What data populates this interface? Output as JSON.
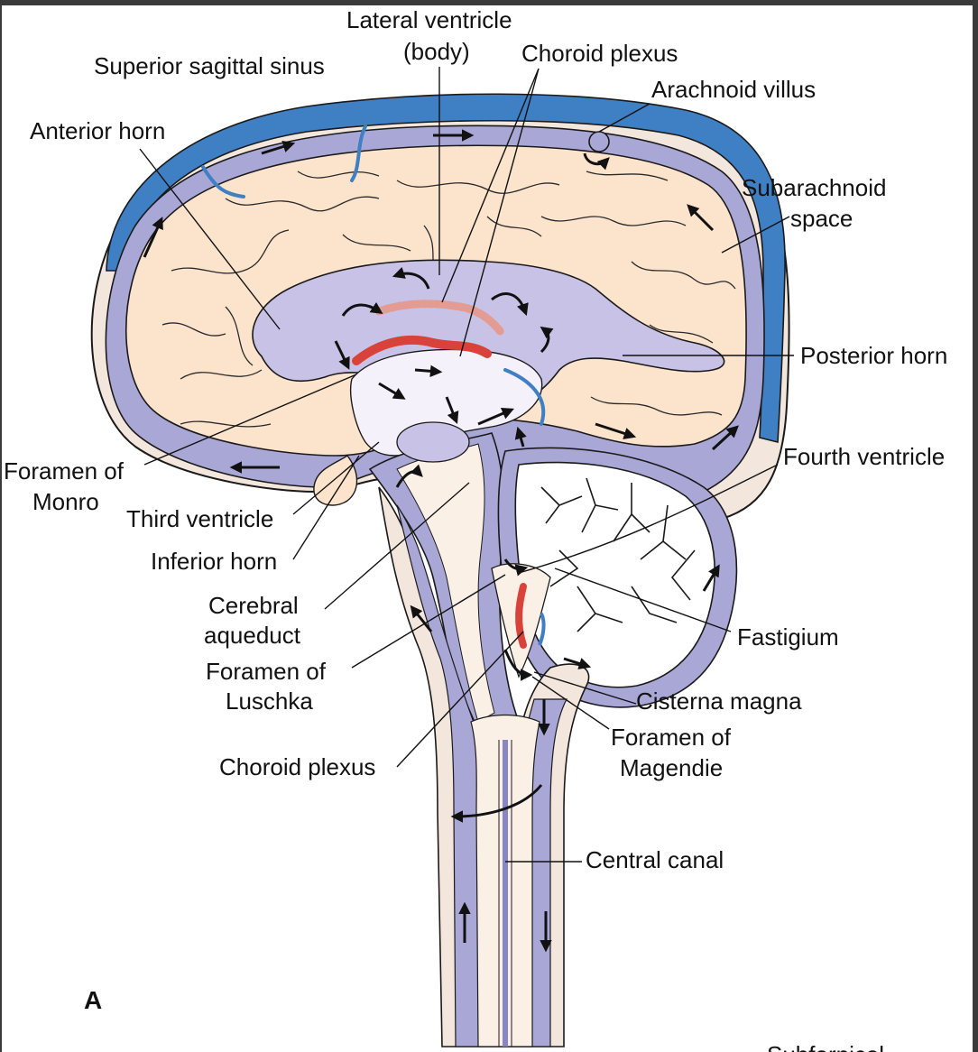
{
  "figure": {
    "panel_label": "A",
    "labels": {
      "lateral_ventricle": "Lateral ventricle",
      "lateral_ventricle_body": "(body)",
      "superior_sagittal_sinus": "Superior sagittal sinus",
      "choroid_plexus_top": "Choroid plexus",
      "arachnoid_villus": "Arachnoid villus",
      "anterior_horn": "Anterior horn",
      "subarachnoid_1": "Subarachnoid",
      "subarachnoid_2": "space",
      "posterior_horn": "Posterior horn",
      "foramen_monro_1": "Foramen of",
      "foramen_monro_2": "Monro",
      "fourth_ventricle": "Fourth ventricle",
      "third_ventricle": "Third ventricle",
      "inferior_horn": "Inferior horn",
      "cerebral_aqueduct_1": "Cerebral",
      "cerebral_aqueduct_2": "aqueduct",
      "fastigium": "Fastigium",
      "foramen_luschka_1": "Foramen of",
      "foramen_luschka_2": "Luschka",
      "cisterna_magna": "Cisterna magna",
      "foramen_magendie_1": "Foramen of",
      "foramen_magendie_2": "Magendie",
      "choroid_plexus_bottom": "Choroid plexus",
      "central_canal": "Central canal",
      "cutoff_text": "Subfornical"
    },
    "colors": {
      "sinus_blue": "#3f7fc4",
      "csf_lavender": "#a9a7d6",
      "ventricle_lilac": "#c8c3e6",
      "brain_tissue": "#fbe3cc",
      "choroid_red": "#d9423b",
      "outline": "#1a1a1a"
    }
  }
}
